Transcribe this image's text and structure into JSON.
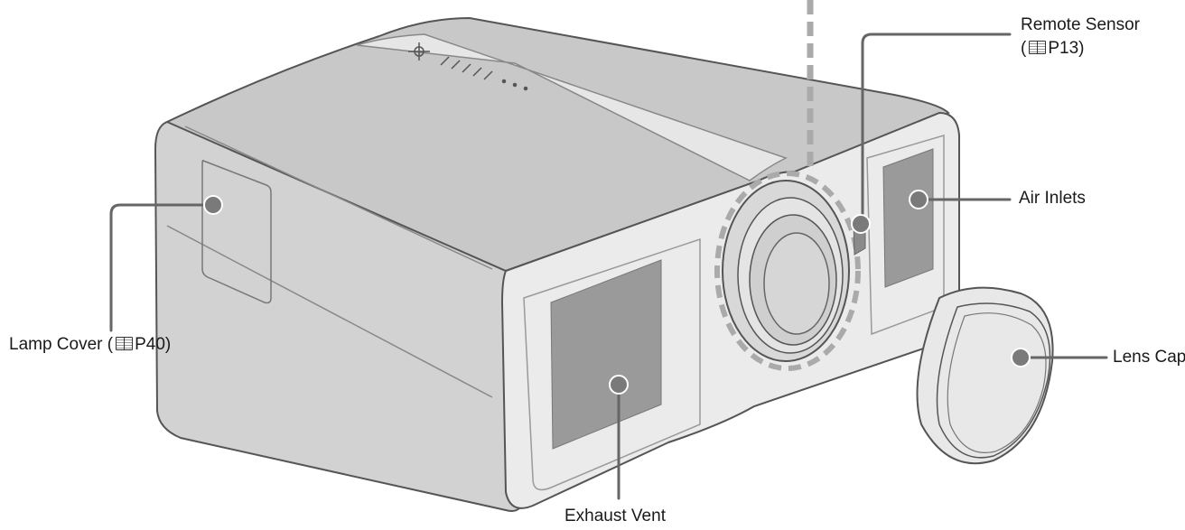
{
  "labels": {
    "remote_sensor_line1": "Remote Sensor",
    "remote_sensor_line2_open": "(",
    "remote_sensor_page": "P13)",
    "air_inlets": "Air Inlets",
    "lamp_cover_text": "Lamp Cover (",
    "lamp_cover_page": "P40)",
    "lens_cap": "Lens Cap",
    "exhaust_vent": "Exhaust Vent"
  },
  "icons": {
    "page_reference": "book-icon",
    "callout_marker": "dot-marker"
  },
  "colors": {
    "body_fill": "#d2d2d2",
    "top_fill": "#c8c8c8",
    "front_fill": "#ebebeb",
    "vent_fill": "#9a9a9a",
    "outline": "#555555",
    "leader": "#666666",
    "marker": "#7a7a7a",
    "dashed_highlight": "#aaaaaa"
  }
}
